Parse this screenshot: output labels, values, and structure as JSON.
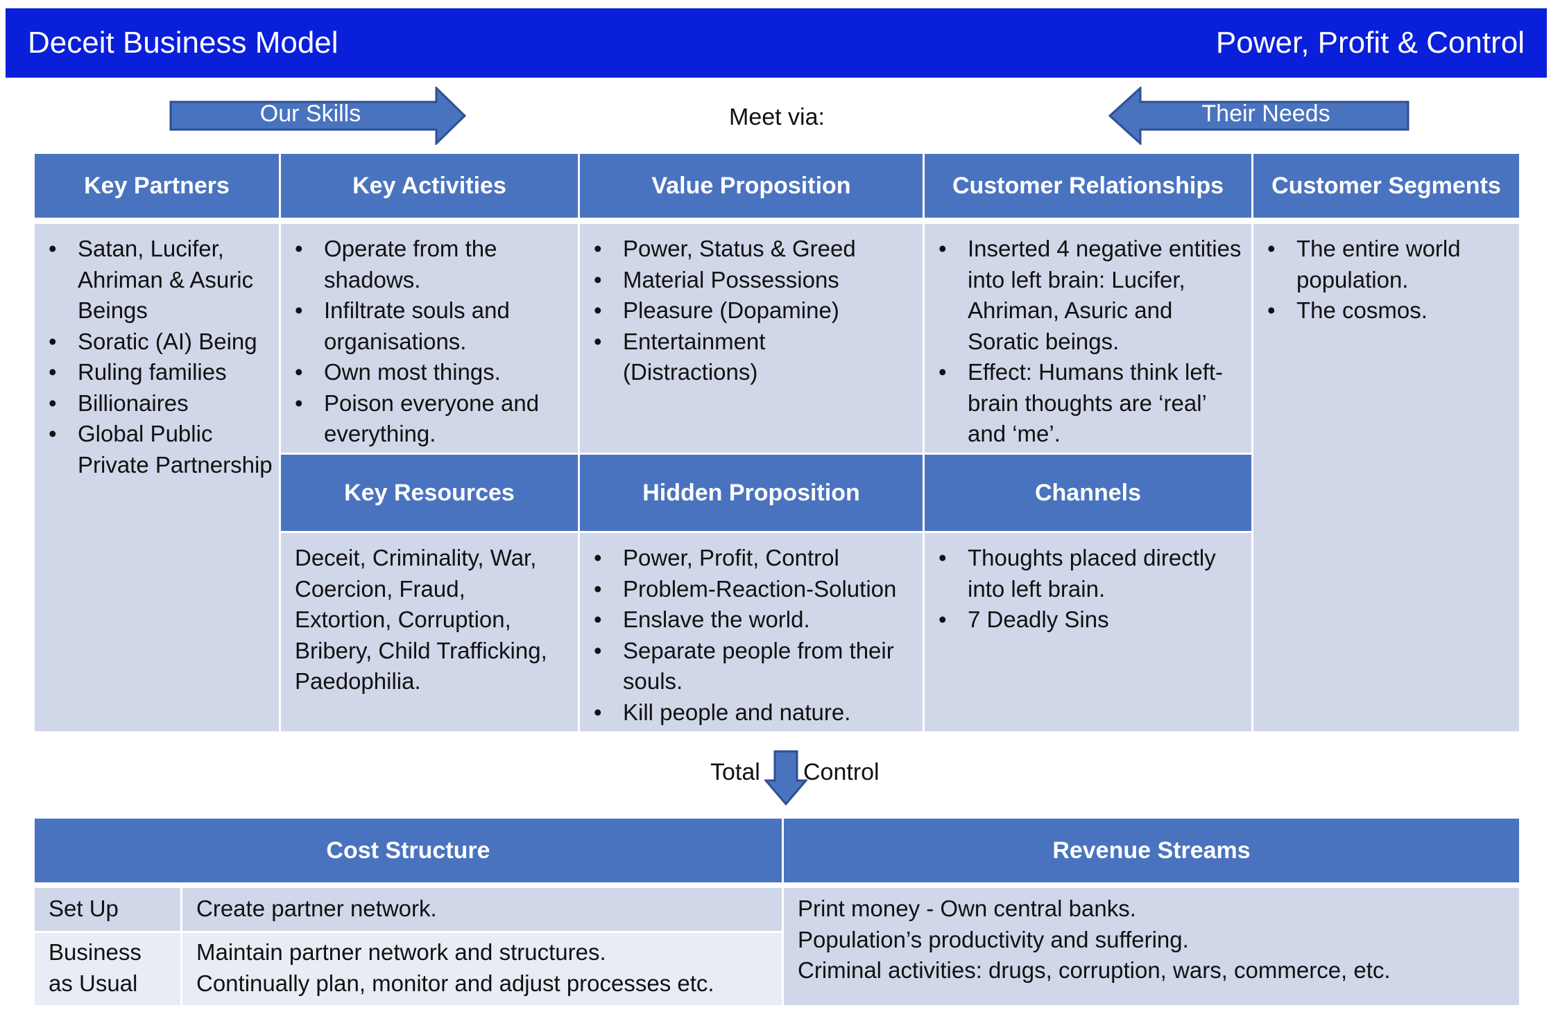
{
  "header": {
    "title": "Deceit Business Model",
    "subtitle": "Power, Profit & Control"
  },
  "arrows": {
    "left_label": "Our Skills",
    "right_label": "Their Needs",
    "center_label": "Meet via:",
    "down_left": "Total",
    "down_right": "Control",
    "fill_color": "#4a73bf",
    "stroke_color": "#2f4f8f"
  },
  "colors": {
    "banner": "#0a1fd9",
    "header_cell": "#4a73bf",
    "body_cell": "#d0d7e9",
    "body_cell_light": "#e9ecf5"
  },
  "canvas": {
    "key_partners": {
      "title": "Key Partners",
      "items": [
        "Satan, Lucifer, Ahriman & Asuric Beings",
        "Soratic (AI) Being",
        "Ruling families",
        "Billionaires",
        "Global Public Private Partnership"
      ]
    },
    "key_activities": {
      "title": "Key Activities",
      "items": [
        "Operate from the shadows.",
        "Infiltrate souls and organisations.",
        "Own most things.",
        "Poison everyone and everything."
      ]
    },
    "value_proposition": {
      "title": "Value Proposition",
      "items": [
        "Power, Status & Greed",
        "Material Possessions",
        "Pleasure (Dopamine)",
        "Entertainment (Distractions)"
      ]
    },
    "customer_relationships": {
      "title": "Customer Relationships",
      "items": [
        "Inserted 4 negative entities into left brain: Lucifer, Ahriman, Asuric and Soratic beings.",
        "Effect: Humans think left-brain thoughts are ‘real’ and ‘me’."
      ]
    },
    "customer_segments": {
      "title": "Customer Segments",
      "items": [
        "The entire world population.",
        "The cosmos."
      ]
    },
    "key_resources": {
      "title": "Key Resources",
      "text": "Deceit, Criminality, War, Coercion, Fraud, Extortion, Corruption, Bribery, Child Trafficking, Paedophilia."
    },
    "hidden_proposition": {
      "title": "Hidden Proposition",
      "items": [
        "Power, Profit, Control",
        "Problem-Reaction-Solution",
        "Enslave the world.",
        "Separate people from their souls.",
        "Kill people and nature."
      ]
    },
    "channels": {
      "title": "Channels",
      "items": [
        "Thoughts placed directly into left brain.",
        "7 Deadly Sins"
      ]
    }
  },
  "cost_structure": {
    "title": "Cost Structure",
    "rows": [
      {
        "label": "Set Up",
        "lines": [
          "Create partner network."
        ]
      },
      {
        "label": "Business as Usual",
        "lines": [
          "Maintain partner network and structures.",
          "Continually plan, monitor and adjust processes etc."
        ]
      }
    ]
  },
  "revenue_streams": {
    "title": "Revenue Streams",
    "lines": [
      "Print money - Own central banks.",
      "Population’s productivity and suffering.",
      "Criminal activities: drugs, corruption, wars, commerce, etc."
    ]
  }
}
